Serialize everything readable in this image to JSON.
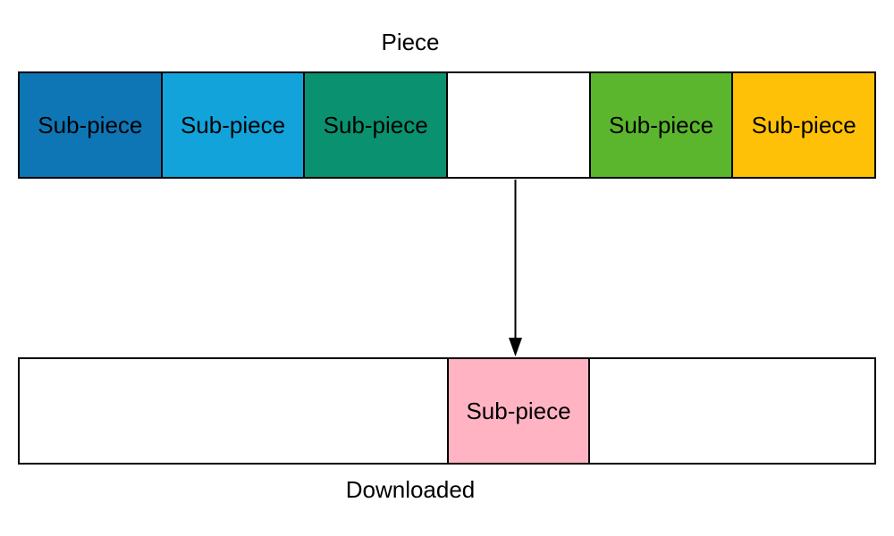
{
  "diagram": {
    "title": "Piece",
    "bottom_label": "Downloaded",
    "stroke_color": "#000000",
    "text_color": "#000000",
    "piece_bar": {
      "segments": [
        {
          "label": "Sub-piece",
          "color": "#0F76B6"
        },
        {
          "label": "Sub-piece",
          "color": "#13A3DB"
        },
        {
          "label": "Sub-piece",
          "color": "#0A9170"
        },
        {
          "label": "",
          "color": "#FFFFFF"
        },
        {
          "label": "Sub-piece",
          "color": "#5BB62E"
        },
        {
          "label": "Sub-piece",
          "color": "#FFC107"
        }
      ]
    },
    "downloaded_bar": {
      "segments": [
        {
          "label": "",
          "color": "#FFFFFF"
        },
        {
          "label": "Sub-piece",
          "color": "#FFB3C3"
        },
        {
          "label": "",
          "color": "#FFFFFF"
        }
      ]
    }
  }
}
